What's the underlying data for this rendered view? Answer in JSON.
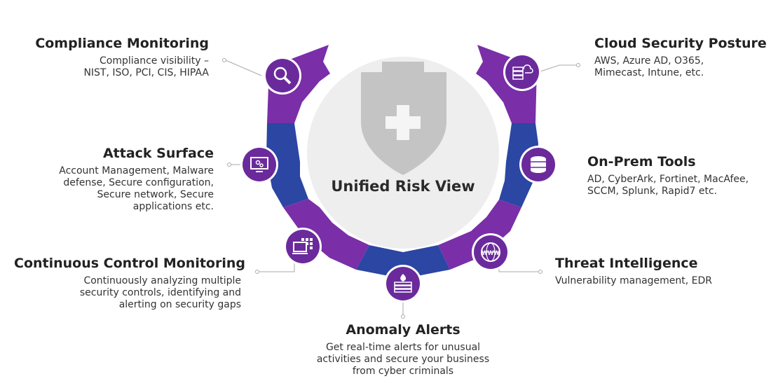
{
  "center": {
    "label": "Unified Risk View"
  },
  "colors": {
    "purple": "#7a2ea8",
    "blue": "#2b46a3",
    "icon_bg": "#6b2a9c",
    "shield": "#c4c4c4"
  },
  "segments": [
    {
      "title": "Compliance Monitoring",
      "description": "Compliance visibility –\nNIST, ISO, PCI, CIS, HIPAA",
      "icon": "search-icon"
    },
    {
      "title": "Attack Surface",
      "description": "Account Management, Malware\ndefense, Secure configuration,\nSecure network, Secure\napplications etc.",
      "icon": "monitor-icon"
    },
    {
      "title": "Continuous Control Monitoring",
      "description": "Continuously analyzing multiple\nsecurity controls, identifying and\nalerting on security gaps",
      "icon": "screen-dashboard-icon"
    },
    {
      "title": "Anomaly Alerts",
      "description": "Get real-time alerts for unusual\nactivities and secure your business\nfrom cyber criminals",
      "icon": "firewall-icon"
    },
    {
      "title": "Threat Intelligence",
      "description": "Vulnerability management, EDR",
      "icon": "www-globe-icon"
    },
    {
      "title": "On-Prem Tools",
      "description": "AD, CyberArk, Fortinet, MacAfee,\nSCCM, Splunk, Rapid7 etc.",
      "icon": "database-icon"
    },
    {
      "title": "Cloud Security Posture",
      "description": "AWS, Azure AD, O365,\nMimecast, Intune, etc.",
      "icon": "cloud-server-icon"
    }
  ]
}
